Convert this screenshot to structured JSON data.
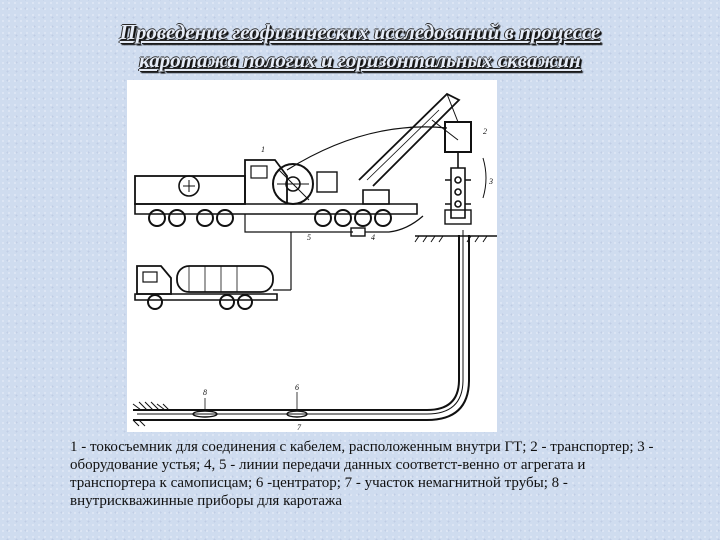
{
  "title": {
    "line1": "Проведение геофизических исследований в процессе",
    "line2": "каротажа пологих и горизонтальных скважин"
  },
  "figure_labels": {
    "l1": "1",
    "l2": "2",
    "l3": "3",
    "l4": "4",
    "l5": "5",
    "l6": "6",
    "l7": "7",
    "l8": "8"
  },
  "caption": "1 - токосъемник для соединения с кабелем, расположенным внутри ГТ; 2 - транспортер; 3 - оборудование устья; 4, 5 - линии передачи данных соответст-венно от агрегата и транспортера к самописцам; 6 -центратор; 7 - участок немагнитной трубы; 8 - внутрискважинные приборы для каротажа",
  "colors": {
    "background": "#cfdcef",
    "title_text": "#e6ecf7",
    "ink": "#111111"
  }
}
